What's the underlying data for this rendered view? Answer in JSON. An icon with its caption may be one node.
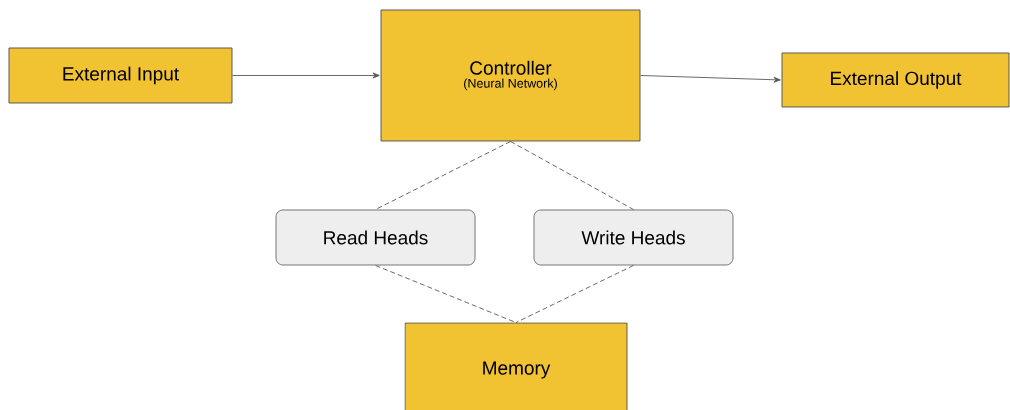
{
  "diagram": {
    "nodes": [
      {
        "text": [
          "External Input"
        ]
      },
      {
        "text": [
          "Controller",
          "(Neural Network)"
        ]
      },
      {
        "text": [
          "External Output"
        ]
      },
      {
        "text": [
          "Read Heads"
        ]
      },
      {
        "text": [
          "Write Heads"
        ]
      },
      {
        "text": [
          "Memory"
        ]
      }
    ],
    "edges": [
      {
        "from": 0,
        "to": 1,
        "arrow": "to"
      },
      {
        "from": 1,
        "to": 2,
        "arrow": "to"
      },
      {
        "from": 1,
        "to": 3,
        "arrow": "none",
        "style": "dashed"
      },
      {
        "from": 1,
        "to": 4,
        "arrow": "none",
        "style": "dashed"
      },
      {
        "from": 3,
        "to": 5,
        "arrow": "none",
        "style": "dashed"
      },
      {
        "from": 4,
        "to": 5,
        "arrow": "none",
        "style": "dashed"
      }
    ]
  }
}
